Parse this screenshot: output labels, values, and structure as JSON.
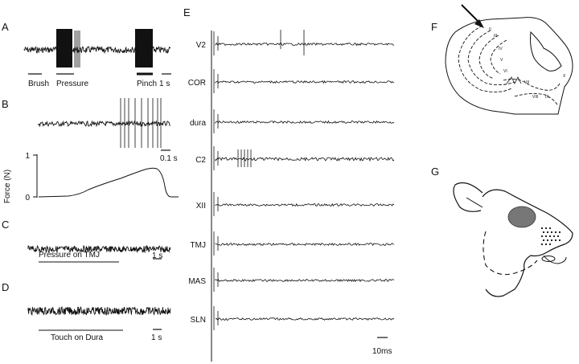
{
  "panels": {
    "A": {
      "label": "A",
      "annotations": [
        "Brush",
        "Pressure",
        "Pinch",
        "1 s"
      ]
    },
    "B": {
      "label": "B",
      "scale": "0.1 s",
      "force_axis_label": "Force (N)",
      "force_ticks": [
        "0",
        "1"
      ]
    },
    "C": {
      "label": "C",
      "stimulus": "Pressure on TMJ",
      "scale": "1 s"
    },
    "D": {
      "label": "D",
      "stimulus": "Touch on Dura",
      "scale": "1 s"
    },
    "E": {
      "label": "E",
      "traces": [
        "V2",
        "COR",
        "dura",
        "C2",
        "XII",
        "TMJ",
        "MAS",
        "SLN"
      ],
      "scale": "10ms"
    },
    "F": {
      "label": "F",
      "layers": [
        "II",
        "III",
        "IV",
        "V",
        "VI",
        "VII",
        "VIII",
        "IX",
        "X"
      ]
    },
    "G": {
      "label": "G"
    }
  }
}
